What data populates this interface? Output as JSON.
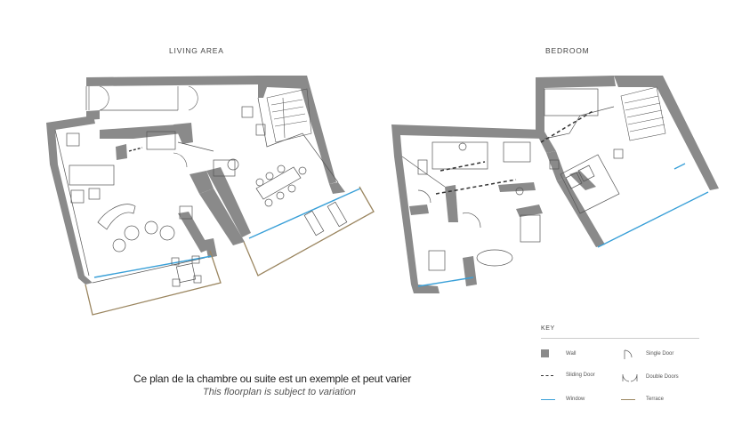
{
  "titles": {
    "living": "LIVING AREA",
    "bedroom": "BEDROOM"
  },
  "caption": {
    "french": "Ce plan de la chambre ou suite est un exemple et peut varier",
    "english": "This floorplan is subject to variation"
  },
  "key": {
    "title": "KEY",
    "items": {
      "wall": "Wall",
      "single_door": "Single Door",
      "sliding_door": "Sliding Door",
      "double_doors": "Double Doors",
      "window": "Window",
      "terrace": "Terrace"
    }
  },
  "colors": {
    "wall": "#8a8a8a",
    "window": "#3aa0d8",
    "terrace": "#9b8660",
    "line": "#555555"
  }
}
